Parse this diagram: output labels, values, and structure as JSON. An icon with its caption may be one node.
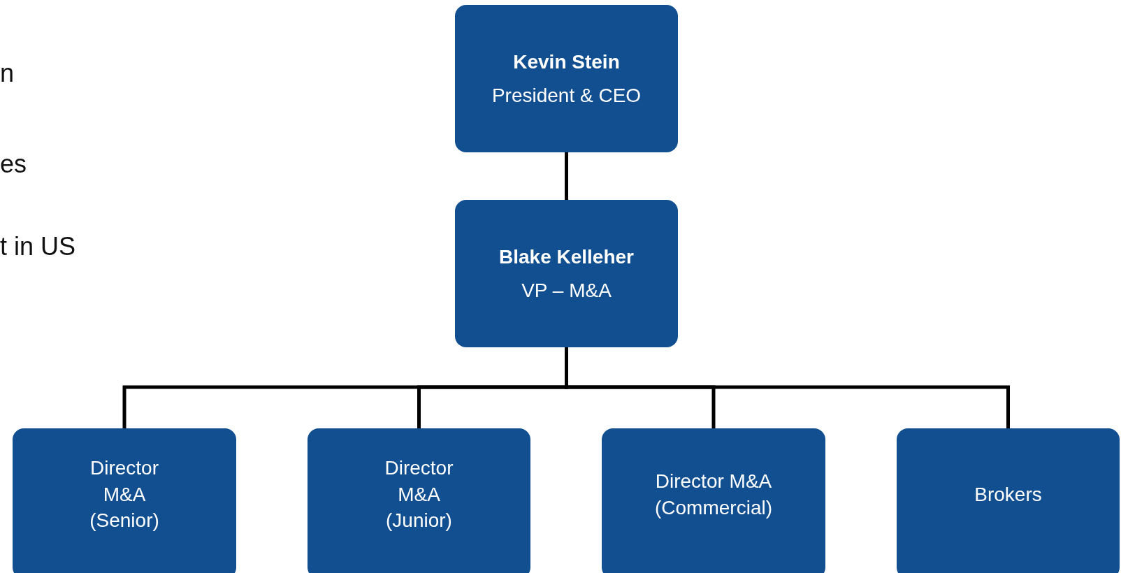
{
  "diagram": {
    "nodes": [
      {
        "text": [
          "Kevin Stein",
          "President & CEO"
        ]
      },
      {
        "text": [
          "Blake Kelleher",
          "VP – M&A"
        ]
      },
      {
        "text": [
          "Director M&A (Senior)"
        ]
      },
      {
        "text": [
          "Director M&A (Junior)"
        ]
      },
      {
        "text": [
          "Director M&A (Commercial)"
        ]
      },
      {
        "text": [
          "Brokers"
        ]
      }
    ],
    "edges": [
      {
        "from": 0,
        "to": 1,
        "arrow": "none"
      },
      {
        "from": 1,
        "to": 2,
        "arrow": "none"
      },
      {
        "from": 1,
        "to": 3,
        "arrow": "none"
      },
      {
        "from": 1,
        "to": 4,
        "arrow": "none"
      },
      {
        "from": 1,
        "to": 5,
        "arrow": "none"
      }
    ],
    "labels": [
      "n",
      "es",
      "t in US"
    ]
  }
}
